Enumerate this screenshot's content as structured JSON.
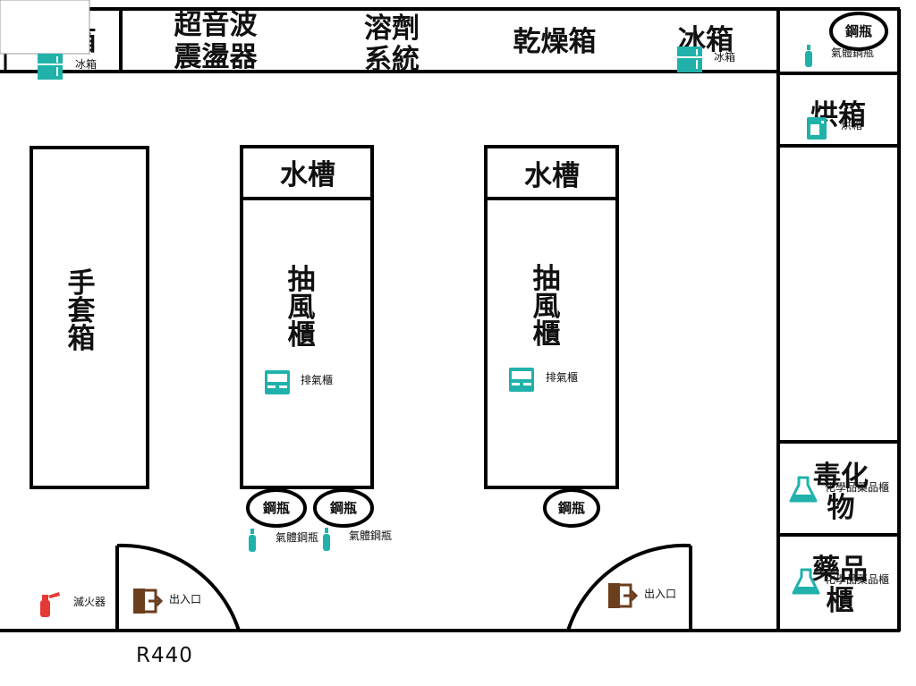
{
  "room_code": "R440",
  "colors": {
    "wall": "#000000",
    "teal": "#20b2aa",
    "door": "#6b3e1e",
    "extinguisher": "#e53935"
  },
  "top_row": {
    "ultrasonic": [
      "超音波",
      "震盪器"
    ],
    "solvent": [
      "溶劑",
      "系統"
    ],
    "dryer": "乾燥箱",
    "fridge": "冰箱",
    "partial_label": "箱"
  },
  "right_column": {
    "oven": "烘箱",
    "toxic": [
      "毒化",
      "物"
    ],
    "chem_cabinet": [
      "藥品",
      "櫃"
    ]
  },
  "glovebox": [
    "手",
    "套",
    "箱"
  ],
  "hoods": [
    {
      "sink": "水槽",
      "hood": [
        "抽",
        "風",
        "櫃"
      ]
    },
    {
      "sink": "水槽",
      "hood": [
        "抽",
        "風",
        "櫃"
      ]
    }
  ],
  "cylinders": {
    "label": "鋼瓶"
  },
  "icons": [
    {
      "name": "fridge-icon",
      "label": "冰箱"
    },
    {
      "name": "fridge-icon",
      "label": "冰箱"
    },
    {
      "name": "gas-cylinder-icon",
      "label": "氣體鋼瓶"
    },
    {
      "name": "oven-icon",
      "label": "烘箱"
    },
    {
      "name": "fume-hood-icon",
      "label": "排氣櫃"
    },
    {
      "name": "fume-hood-icon",
      "label": "排氣櫃"
    },
    {
      "name": "gas-cylinder-icon",
      "label": "氣體鋼瓶"
    },
    {
      "name": "gas-cylinder-icon",
      "label": "氣體鋼瓶"
    },
    {
      "name": "flask-icon",
      "label": "化學品藥品櫃"
    },
    {
      "name": "flask-icon",
      "label": "化學品藥品櫃"
    },
    {
      "name": "fire-extinguisher-icon",
      "label": "滅火器"
    },
    {
      "name": "exit-door-icon",
      "label": "出入口"
    },
    {
      "name": "exit-door-icon",
      "label": "出入口"
    }
  ]
}
